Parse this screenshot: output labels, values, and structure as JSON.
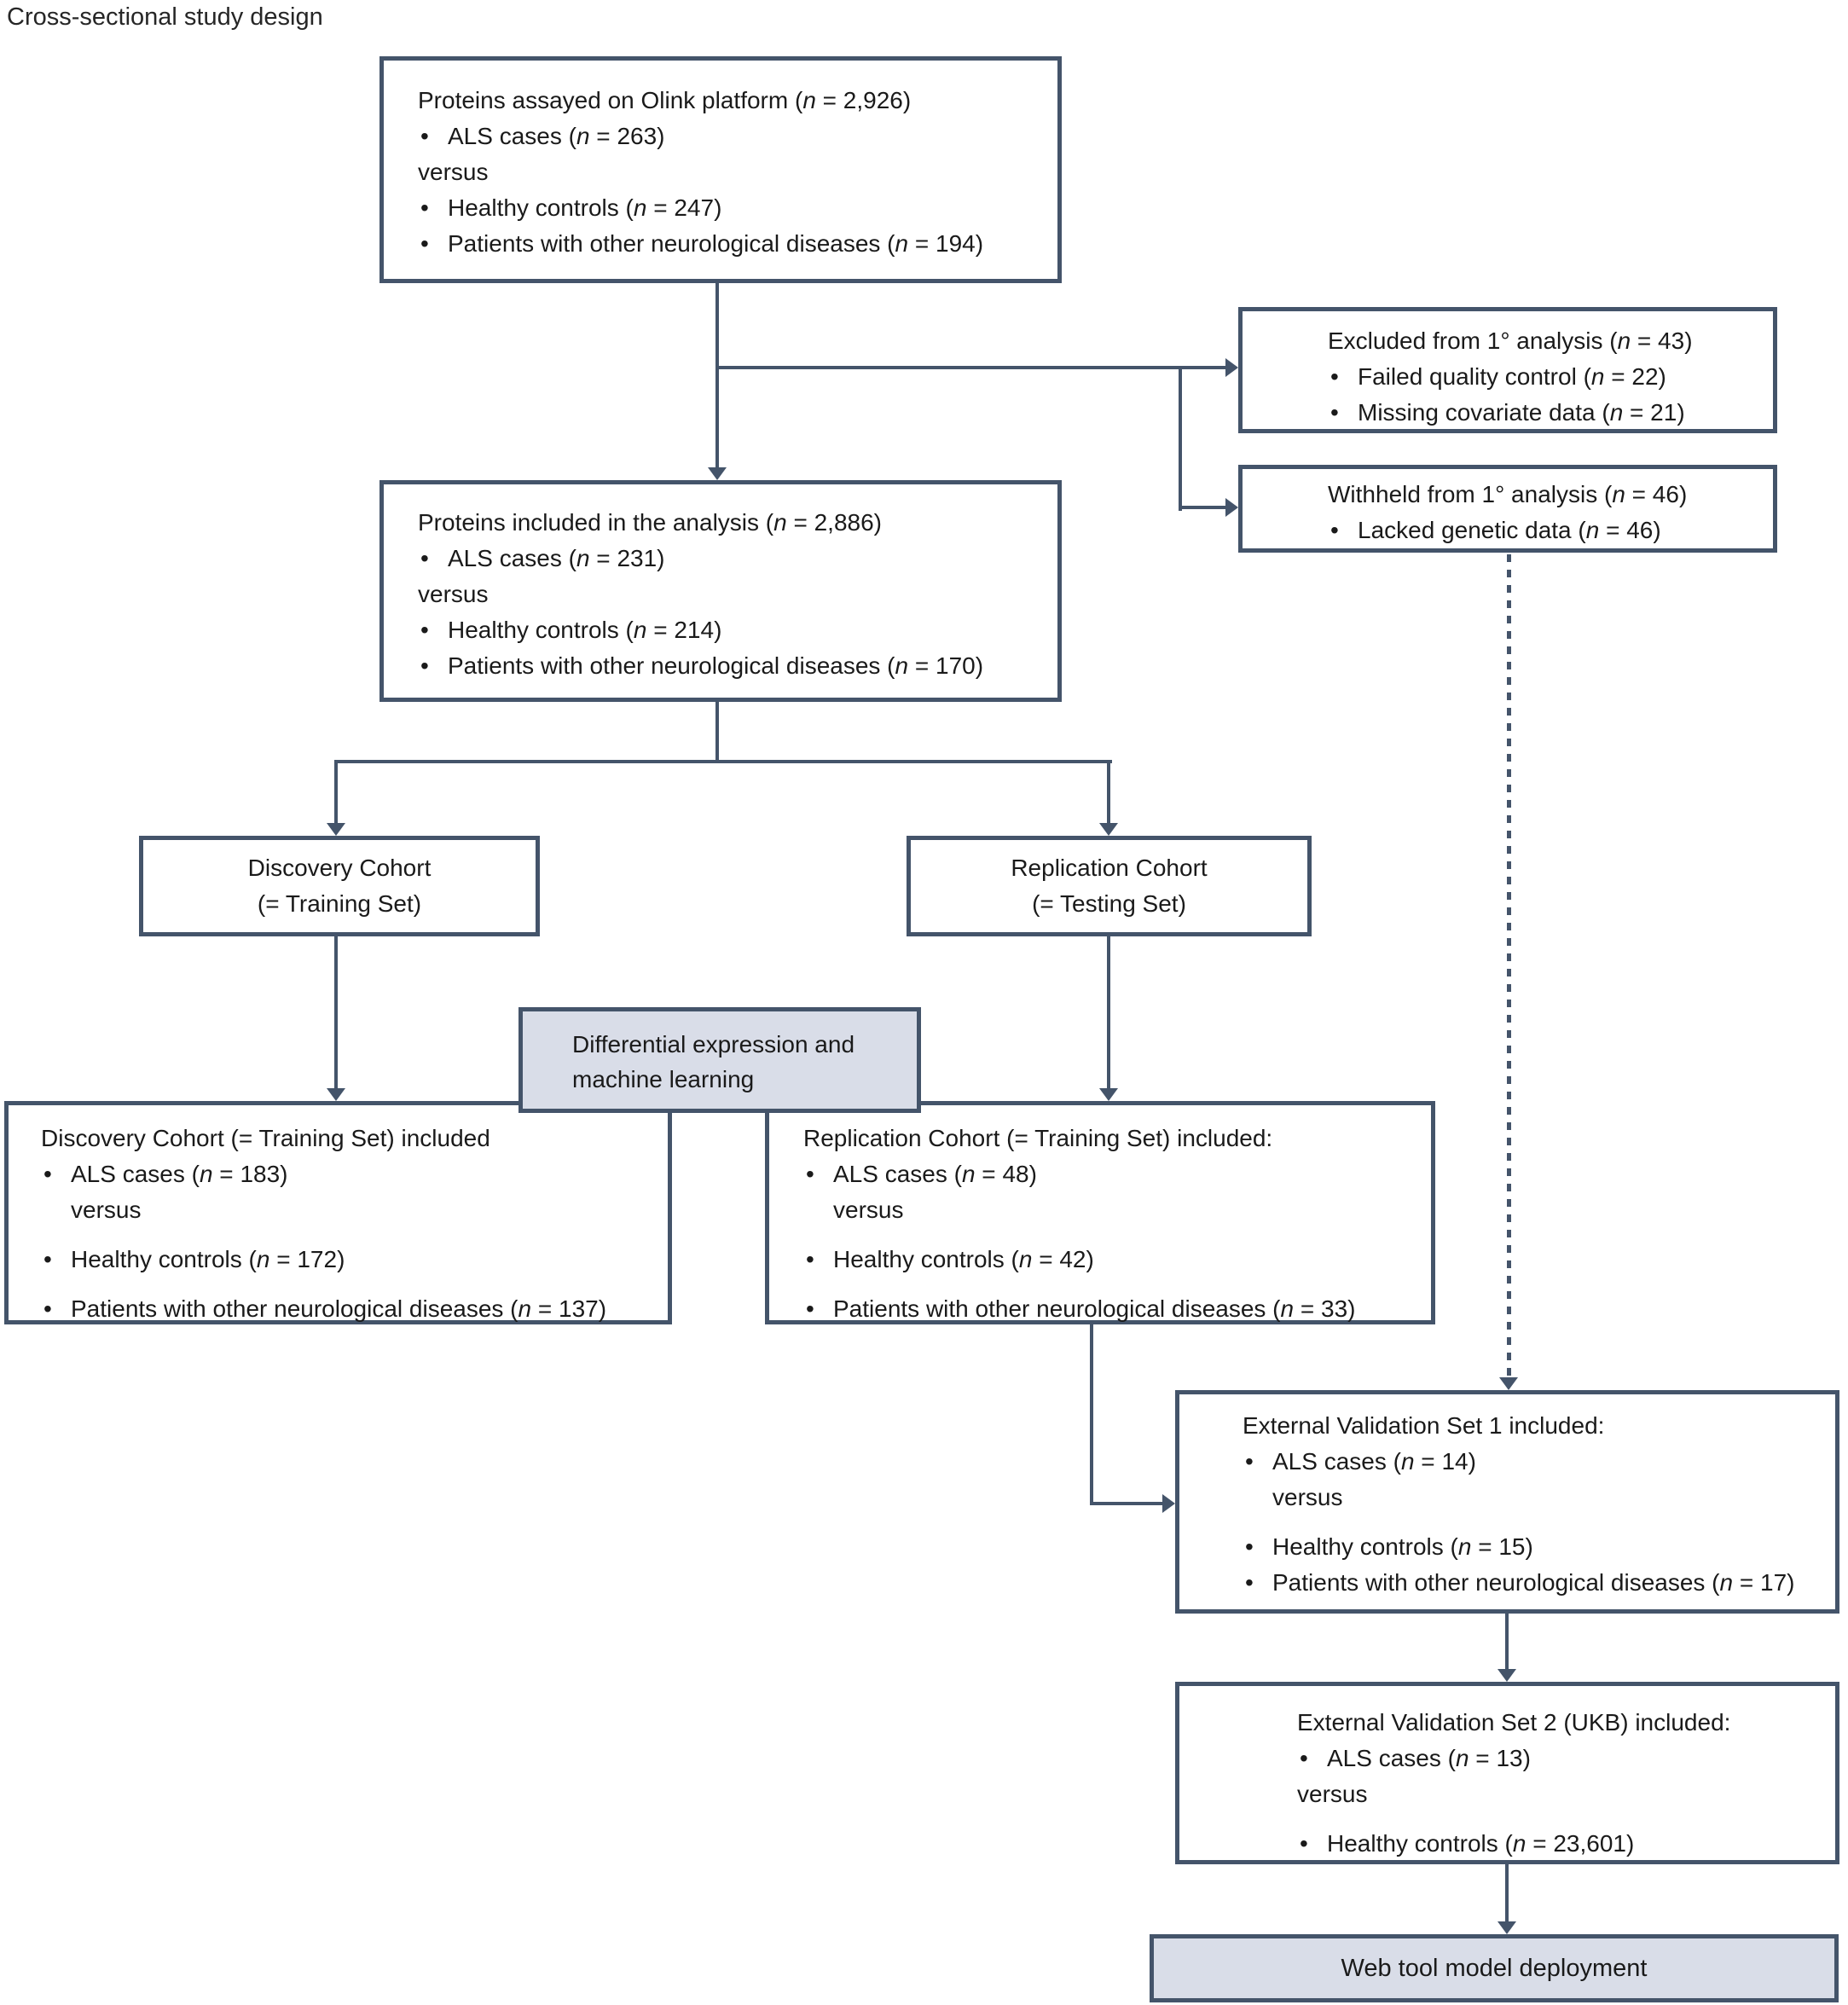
{
  "title": "Cross-sectional study design",
  "colors": {
    "border": "#44546A",
    "line": "#44546A",
    "gray": "#D9DDE8",
    "text": "#1A1A1A",
    "bg": "#FFFFFF"
  },
  "boxes": {
    "assayed": {
      "heading": "Proteins assayed on Olink platform (n = 2,926)",
      "bullet1": "ALS cases (n = 263)",
      "versus": "versus",
      "bullet2": "Healthy controls (n = 247)",
      "bullet3": "Patients with other neurological diseases (n = 194)"
    },
    "excluded": {
      "heading": "Excluded from 1° analysis (n = 43)",
      "bullet1": "Failed quality control (n = 22)",
      "bullet2": "Missing covariate data (n = 21)"
    },
    "withheld": {
      "heading": "Withheld from 1° analysis (n = 46)",
      "bullet1": "Lacked genetic data (n = 46)"
    },
    "included": {
      "heading": "Proteins included in the analysis (n = 2,886)",
      "bullet1": "ALS cases (n = 231)",
      "versus": "versus",
      "bullet2": "Healthy controls (n = 214)",
      "bullet3": "Patients with other neurological diseases (n = 170)"
    },
    "discovery": {
      "line1": "Discovery Cohort",
      "line2": "(= Training Set)"
    },
    "replication": {
      "line1": "Replication Cohort",
      "line2": "(= Testing Set)"
    },
    "de_ml": {
      "line1": "Differential expression and",
      "line2": "machine learning"
    },
    "discovery_included": {
      "heading": "Discovery Cohort (= Training Set) included",
      "bullet1": "ALS cases (n = 183)",
      "versus": "versus",
      "bullet2": "Healthy controls (n = 172)",
      "bullet3": "Patients with other neurological diseases (n = 137)"
    },
    "replication_included": {
      "heading": "Replication Cohort (= Training Set) included:",
      "bullet1": "ALS cases (n = 48)",
      "versus": "versus",
      "bullet2": "Healthy controls (n = 42)",
      "bullet3": "Patients with other neurological diseases (n = 33)"
    },
    "extval1": {
      "heading": "External Validation Set 1 included:",
      "bullet1": "ALS cases (n = 14)",
      "versus": "versus",
      "bullet2": "Healthy controls (n = 15)",
      "bullet3": "Patients with other neurological diseases (n = 17)"
    },
    "extval2": {
      "heading": "External Validation Set 2 (UKB) included:",
      "bullet1": "ALS cases (n = 13)",
      "versus": "versus",
      "bullet2": "Healthy controls (n = 23,601)"
    },
    "webtool": {
      "label": "Web tool model deployment"
    }
  }
}
